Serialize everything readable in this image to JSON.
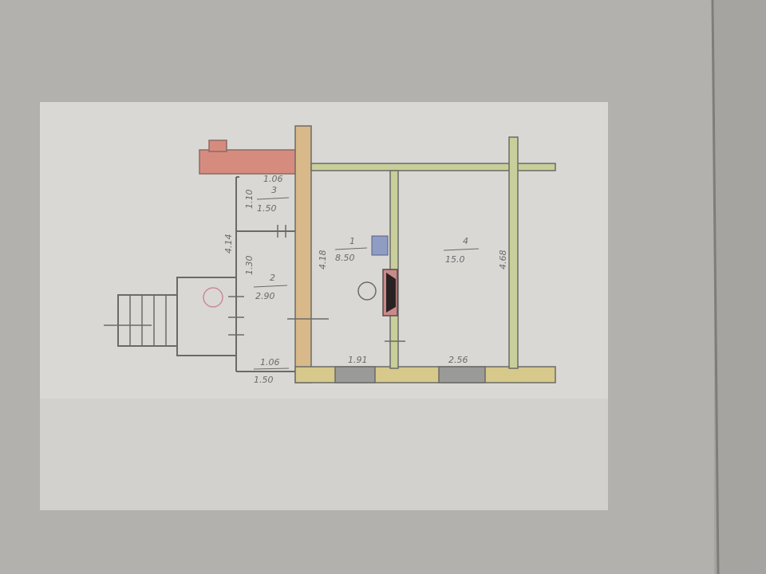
{
  "plan": {
    "rooms": [
      {
        "id": "1",
        "number": "1",
        "area": "8.50"
      },
      {
        "id": "2",
        "number": "2",
        "area": "2.90"
      },
      {
        "id": "3",
        "number": "3",
        "area": "1.50"
      },
      {
        "id": "4",
        "number": "4",
        "area": "15.0"
      }
    ],
    "dimensions": {
      "top_left_width": "1.06",
      "left_height_top": "1.10",
      "left_height_mid": "4.14",
      "left_height_low": "1.30",
      "room1_height": "4.18",
      "room4_height": "4.68",
      "bottom_left_a": "1.06",
      "bottom_left_b": "1.50",
      "window1_width": "1.91",
      "window2_width": "2.56"
    },
    "colors": {
      "wall_fill": "#d7c98c",
      "brick_fill": "#d58c7e",
      "partition_fill": "#c9cf9a",
      "window_fill": "#9a9a98",
      "line": "#6b6b66",
      "stamp": "#c98aa0"
    }
  }
}
